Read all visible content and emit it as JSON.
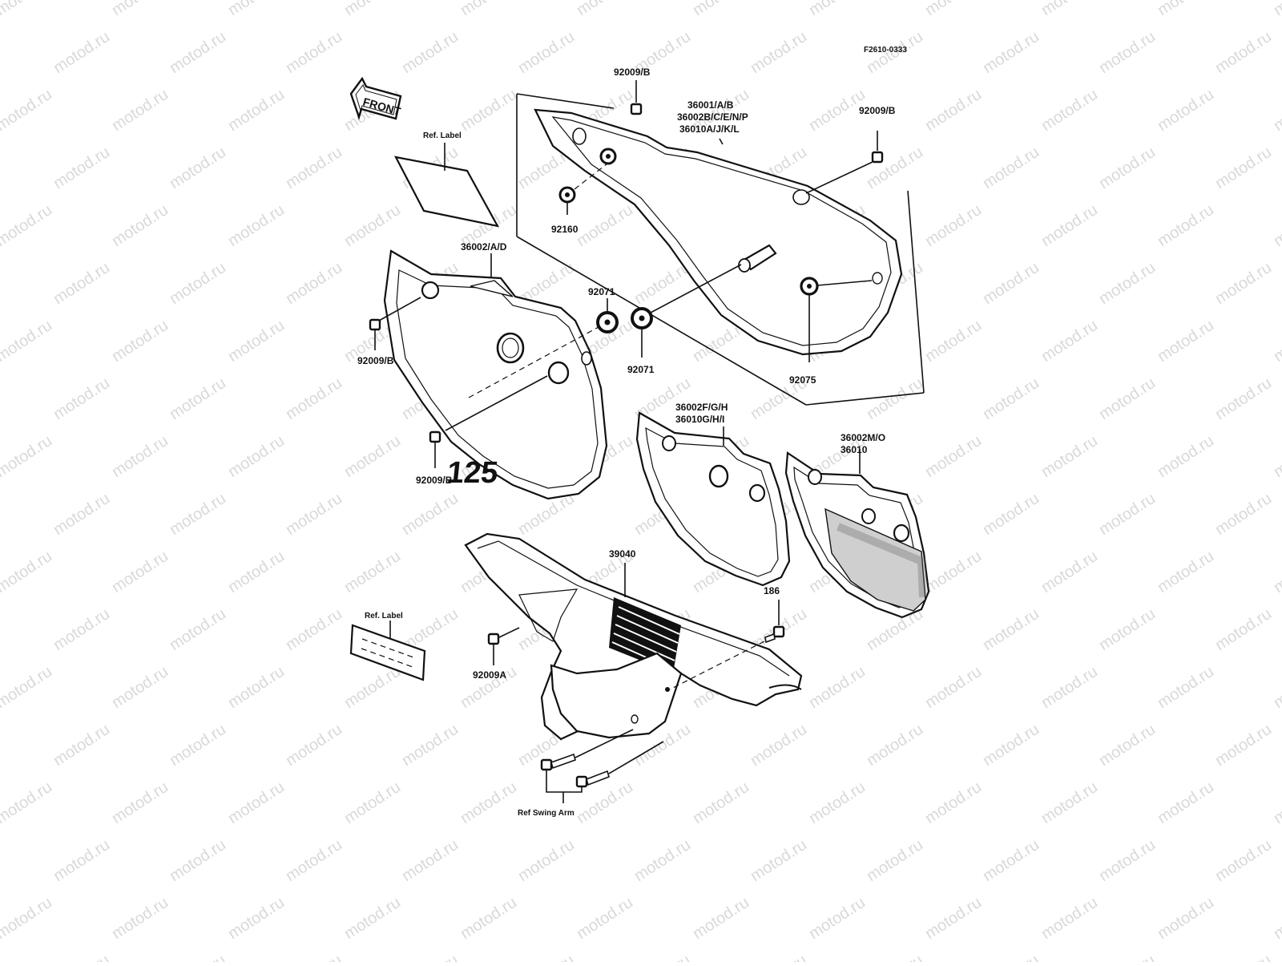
{
  "drawing_code": "F2610-0333",
  "watermark": "motod.ru",
  "front_arrow": "FRONT",
  "decal_number": "125",
  "labels": {
    "bolt_top_center": "92009/B",
    "bolt_top_right": "92009/B",
    "cover_right_line1": "36001/A/B",
    "cover_right_line2": "36002B/C/E/N/P",
    "cover_right_line3": "36010A/J/K/L",
    "ref_label_top": "Ref. Label",
    "grommet_92160": "92160",
    "cover_left": "36002/A/D",
    "grommet_92071_left": "92071",
    "grommet_92071_right": "92071",
    "grommet_92075": "92075",
    "bolt_left_upper": "92009/B",
    "bolt_left_lower": "92009/B",
    "cover_mid_line1": "36002F/G/H",
    "cover_mid_line2": "36010G/H/I",
    "cover_small_line1": "36002M/O",
    "cover_small_line2": "36010",
    "chain_guard": "39040",
    "bolt_186": "186",
    "ref_label_bottom": "Ref. Label",
    "bolt_92009a": "92009A",
    "ref_swing_arm": "Ref Swing Arm"
  }
}
